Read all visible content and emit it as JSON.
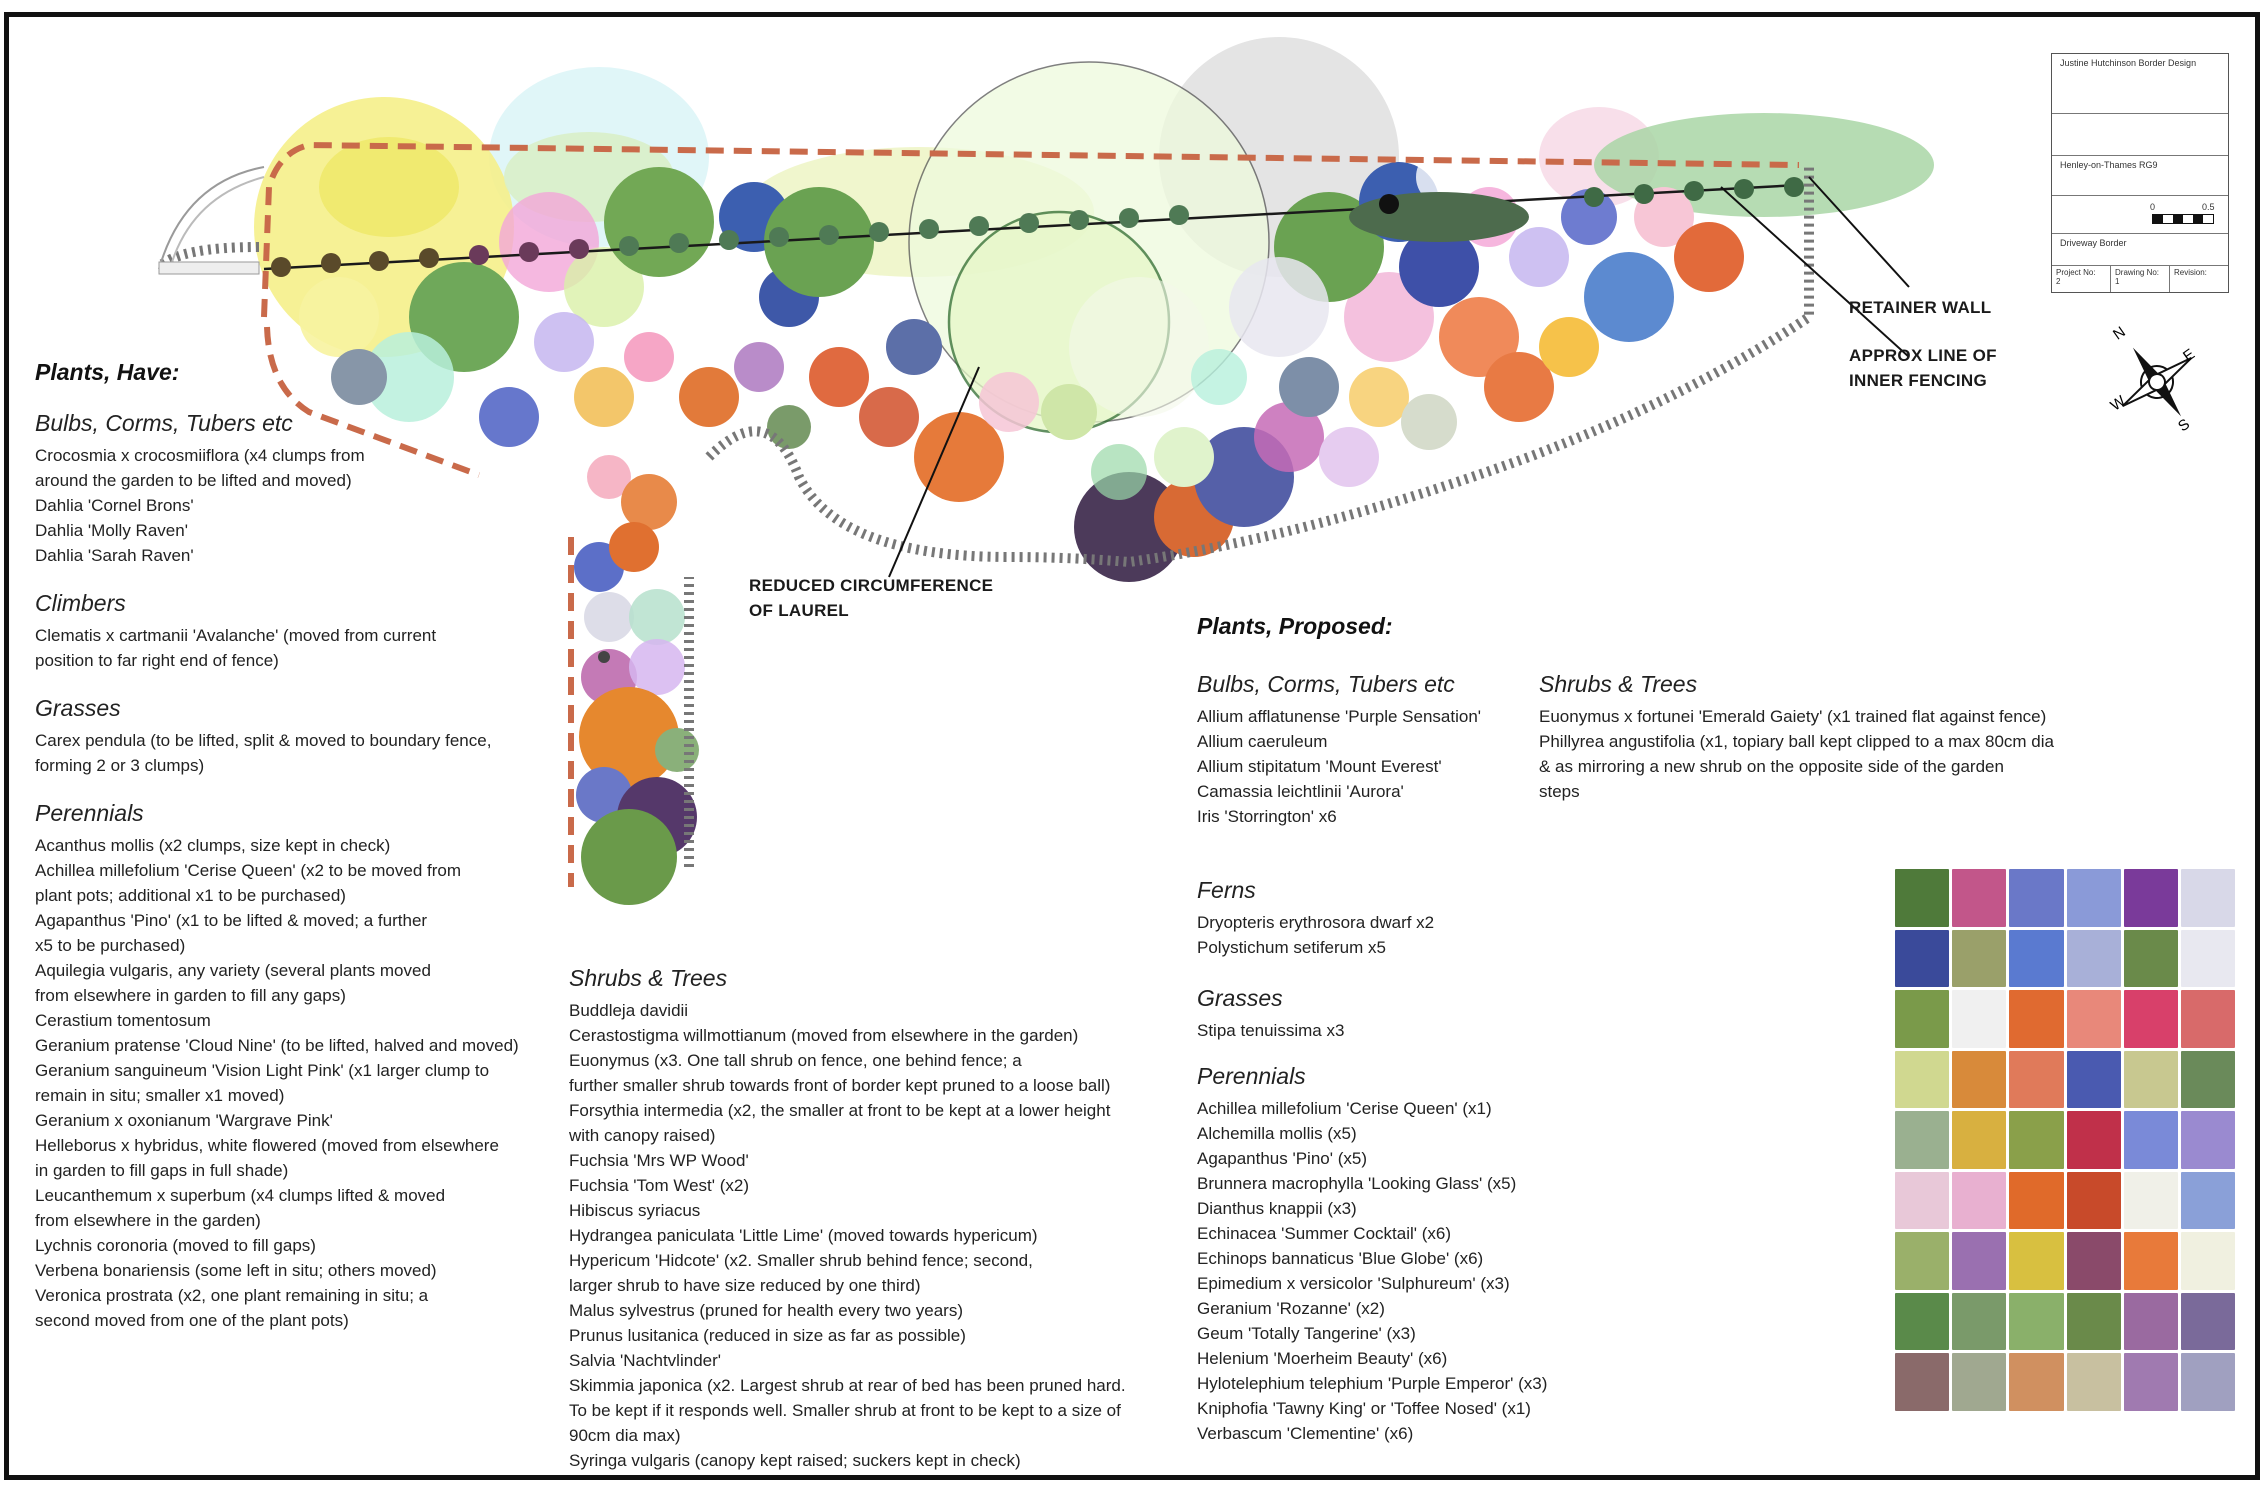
{
  "colors": {
    "fence": "#c96a4a",
    "retainer": "#888888",
    "line": "#1a1a1a",
    "laurel_ring": "#2e6b2e"
  },
  "callouts": {
    "retainer_wall": "RETAINER WALL",
    "inner_fencing_1": "APPROX LINE OF",
    "inner_fencing_2": "INNER FENCING",
    "laurel_1": "REDUCED CIRCUMFERENCE",
    "laurel_2": "OF LAUREL"
  },
  "title_block": {
    "designer": "Justine Hutchinson Border Design",
    "location": "Henley-on-Thames RG9",
    "scale_start": "0",
    "scale_end": "0.5",
    "drawing_title": "Driveway Border",
    "project_no_label": "Project No:",
    "project_no": "2",
    "drawing_no_label": "Drawing No:",
    "drawing_no": "1",
    "revision_label": "Revision:"
  },
  "compass": {
    "n": "N",
    "e": "E",
    "s": "S",
    "w": "W"
  },
  "have": {
    "title": "Plants, Have:",
    "groups": [
      {
        "title": "Bulbs, Corms, Tubers etc",
        "lines": [
          "Crocosmia x crocosmiiflora (x4 clumps from",
          "around the garden to be lifted and moved)",
          "Dahlia 'Cornel Brons'",
          "Dahlia 'Molly Raven'",
          "Dahlia 'Sarah Raven'"
        ]
      },
      {
        "title": "Climbers",
        "lines": [
          "Clematis x cartmanii 'Avalanche' (moved from current",
          "position to far right end of fence)"
        ]
      },
      {
        "title": "Grasses",
        "lines": [
          "Carex pendula (to be lifted, split & moved to boundary fence,",
          "forming 2 or 3 clumps)"
        ]
      },
      {
        "title": "Perennials",
        "lines": [
          "Acanthus mollis (x2 clumps, size kept in check)",
          "Achillea millefolium 'Cerise Queen' (x2 to be moved from",
          "plant pots; additional x1 to be purchased)",
          "Agapanthus 'Pino' (x1 to be lifted & moved; a further",
          "x5 to be purchased)",
          "Aquilegia vulgaris, any variety (several plants moved",
          "from elsewhere in garden to fill any gaps)",
          "Cerastium tomentosum",
          "Geranium pratense 'Cloud Nine' (to be lifted, halved and moved)",
          "Geranium sanguineum 'Vision Light Pink' (x1 larger clump to",
          "remain in situ; smaller x1 moved)",
          "Geranium x oxonianum 'Wargrave Pink'",
          "Helleborus x hybridus, white flowered (moved from elsewhere",
          "in garden to fill gaps in full shade)",
          "Leucanthemum x superbum (x4 clumps lifted & moved",
          "from elsewhere in the garden)",
          "Lychnis coronoria (moved to fill gaps)",
          "Verbena bonariensis (some left in situ; others moved)",
          "Veronica prostrata (x2, one plant remaining in situ; a",
          "second moved from one of the plant pots)"
        ]
      }
    ],
    "shrubs": {
      "title": "Shrubs & Trees",
      "lines": [
        "Buddleja davidii",
        "Cerastostigma willmottianum (moved from elsewhere in the garden)",
        "Euonymus (x3. One tall shrub on fence, one behind fence; a",
        "further smaller shrub towards front of border kept pruned to a loose ball)",
        "Forsythia intermedia (x2, the smaller at front to be kept at a lower height",
        "with canopy raised)",
        "Fuchsia 'Mrs WP Wood'",
        "Fuchsia 'Tom West' (x2)",
        "Hibiscus syriacus",
        "Hydrangea paniculata 'Little Lime' (moved towards hypericum)",
        "Hypericum 'Hidcote' (x2. Smaller shrub behind fence; second,",
        "larger shrub to have size reduced by one third)",
        "Malus sylvestrus (pruned for health every two years)",
        "Prunus lusitanica (reduced in size as far as possible)",
        "Salvia 'Nachtvlinder'",
        "Skimmia japonica (x2.  Largest shrub at rear of bed has been pruned hard.",
        "To be kept if it responds well. Smaller shrub at front to be kept to a size of",
        "90cm dia max)",
        "Syringa vulgaris (canopy kept raised; suckers kept in check)"
      ]
    }
  },
  "proposed": {
    "title": "Plants, Proposed:",
    "bulbs": {
      "title": "Bulbs, Corms, Tubers etc",
      "lines": [
        "Allium afflatunense 'Purple Sensation'",
        "Allium caeruleum",
        "Allium stipitatum 'Mount Everest'",
        "Camassia leichtlinii 'Aurora'",
        "Iris 'Storrington' x6"
      ]
    },
    "shrubs": {
      "title": "Shrubs & Trees",
      "lines": [
        "Euonymus x fortunei 'Emerald Gaiety' (x1 trained flat against fence)",
        "Phillyrea angustifolia (x1, topiary ball kept clipped to a max 80cm dia",
        "& as mirroring a new shrub on the opposite side of the garden",
        "steps"
      ]
    },
    "ferns": {
      "title": "Ferns",
      "lines": [
        "Dryopteris erythrosora dwarf x2",
        "Polystichum setiferum x5"
      ]
    },
    "grasses": {
      "title": "Grasses",
      "lines": [
        "Stipa tenuissima x3"
      ]
    },
    "perennials": {
      "title": "Perennials",
      "lines": [
        "Achillea millefolium 'Cerise Queen' (x1)",
        "Alchemilla mollis (x5)",
        "Agapanthus 'Pino' (x5)",
        "Brunnera macrophylla 'Looking Glass' (x5)",
        "Dianthus knappii (x3)",
        "Echinacea 'Summer Cocktail' (x6)",
        "Echinops bannaticus 'Blue Globe' (x6)",
        "Epimedium x versicolor 'Sulphureum' (x3)",
        "Geranium 'Rozanne' (x2)",
        "Geum 'Totally Tangerine' (x3)",
        "Helenium 'Moerheim Beauty' (x6)",
        "Hylotelephium telephium 'Purple Emperor' (x3)",
        "Kniphofia 'Tawny King' or 'Toffee Nosed' (x1)",
        "Verbascum 'Clementine' (x6)"
      ]
    }
  }
}
